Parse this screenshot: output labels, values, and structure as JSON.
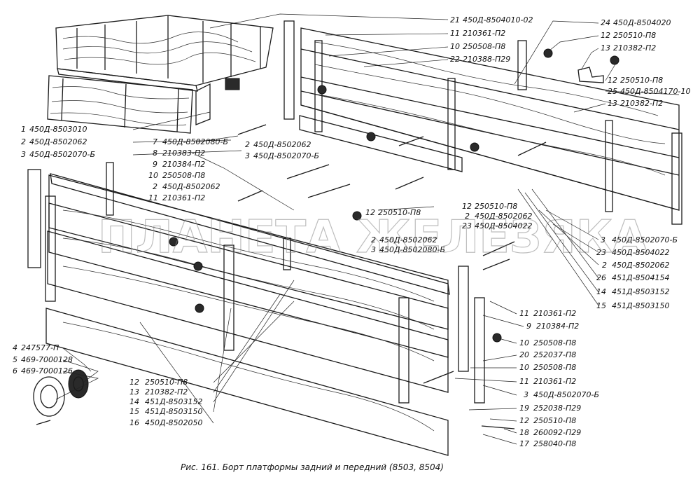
{
  "caption": "Рис. 161. Борт платформы задний и передний (8503, 8504)",
  "watermark": "ПЛАНЕТА ЖЕЛЕЗЯКА",
  "labels": {
    "top": [
      {
        "num": "21",
        "code": "450Д-8504010-02"
      },
      {
        "num": "11",
        "code": "210361-П2"
      },
      {
        "num": "10",
        "code": "250508-П8"
      },
      {
        "num": "22",
        "code": "210388-П29"
      },
      {
        "num": "24",
        "code": "450Д-8504020"
      },
      {
        "num": "12",
        "code": "250510-П8"
      },
      {
        "num": "13",
        "code": "210382-П2"
      },
      {
        "num": "12",
        "code": "250510-П8"
      },
      {
        "num": "25",
        "code": "450Д-8504170-10"
      },
      {
        "num": "13",
        "code": "210382-П2"
      }
    ],
    "left": [
      {
        "num": "1",
        "code": "450Д-8503010"
      },
      {
        "num": "2",
        "code": "450Д-8502062"
      },
      {
        "num": "3",
        "code": "450Д-8502070-Б"
      }
    ],
    "middle_left": [
      {
        "num": "7",
        "code": "450Д-8502080-Б"
      },
      {
        "num": "8",
        "code": "210383-П2"
      },
      {
        "num": "9",
        "code": "210384-П2"
      },
      {
        "num": "10",
        "code": "250508-П8"
      },
      {
        "num": "2",
        "code": "450Д-8502062"
      },
      {
        "num": "11",
        "code": "210361-П2"
      }
    ],
    "middle_right": [
      {
        "num": "2",
        "code": "450Д-8502062"
      },
      {
        "num": "3",
        "code": "450Д-8502070-Б"
      }
    ],
    "center": [
      {
        "num": "12",
        "code": "250510-П8"
      },
      {
        "num": "12",
        "code": "250510-П8"
      },
      {
        "num": "2",
        "code": "450Д-8502062"
      },
      {
        "num": "23",
        "code": "450Д-8504022"
      },
      {
        "num": "2",
        "code": "450Д-8502062"
      },
      {
        "num": "3",
        "code": "450Д-8502080-Б"
      }
    ],
    "right": [
      {
        "num": "3",
        "code": "450Д-8502070-Б"
      },
      {
        "num": "23",
        "code": "450Д-8504022"
      },
      {
        "num": "2",
        "code": "450Д-8502062"
      },
      {
        "num": "26",
        "code": "451Д-8504154"
      },
      {
        "num": "14",
        "code": "451Д-8503152"
      },
      {
        "num": "15",
        "code": "451Д-8503150"
      },
      {
        "num": "11",
        "code": "210361-П2"
      },
      {
        "num": "9",
        "code": "210384-П2"
      },
      {
        "num": "10",
        "code": "250508-П8"
      },
      {
        "num": "20",
        "code": "252037-П8"
      },
      {
        "num": "10",
        "code": "250508-П8"
      },
      {
        "num": "11",
        "code": "210361-П2"
      },
      {
        "num": "3",
        "code": "450Д-8502070-Б"
      },
      {
        "num": "19",
        "code": "252038-П29"
      },
      {
        "num": "12",
        "code": "250510-П8"
      },
      {
        "num": "18",
        "code": "260092-П29"
      },
      {
        "num": "17",
        "code": "258040-П8"
      }
    ],
    "bottom_left": [
      {
        "num": "4",
        "code": "247577-П"
      },
      {
        "num": "5",
        "code": "469-7000128"
      },
      {
        "num": "6",
        "code": "469-7000126"
      }
    ],
    "bottom_center": [
      {
        "num": "12",
        "code": "250510-П8"
      },
      {
        "num": "13",
        "code": "210382-П2"
      },
      {
        "num": "14",
        "code": "451Д-8503152"
      },
      {
        "num": "15",
        "code": "451Д-8503150"
      },
      {
        "num": "16",
        "code": "450Д-8502050"
      }
    ]
  }
}
